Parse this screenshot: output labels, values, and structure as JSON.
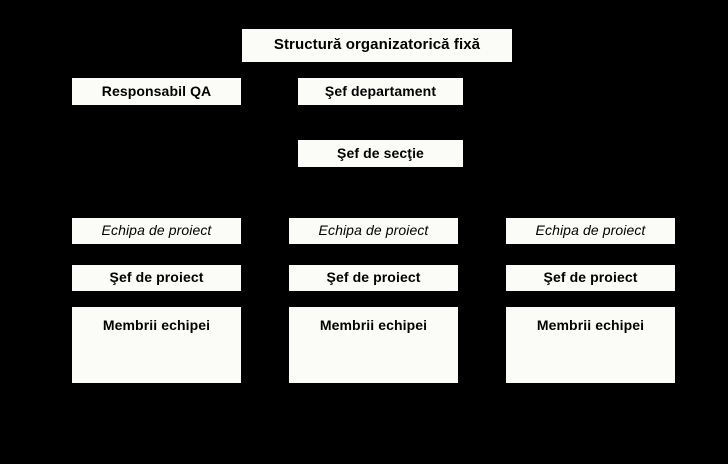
{
  "diagram": {
    "title": "Structură organizatorică fixă",
    "background_color": "#000000",
    "node_fill_color": "#fbfbf8",
    "node_text_color": "#000000",
    "type": "organizational-chart",
    "rows": [
      {
        "name": "title-row",
        "nodes": [
          {
            "label": "Structură organizatorică fixă",
            "style": "bold"
          }
        ]
      },
      {
        "name": "management-row",
        "nodes": [
          {
            "label": "Responsabil QA",
            "style": "bold"
          },
          {
            "label": "Şef departament",
            "style": "bold"
          }
        ]
      },
      {
        "name": "section-row",
        "nodes": [
          {
            "label": "Şef de secţie",
            "style": "bold"
          }
        ]
      },
      {
        "name": "team-header-row",
        "nodes": [
          {
            "label": "Echipa de proiect",
            "style": "italic"
          },
          {
            "label": "Echipa de proiect",
            "style": "italic"
          },
          {
            "label": "Echipa de proiect",
            "style": "italic"
          }
        ]
      },
      {
        "name": "project-lead-row",
        "nodes": [
          {
            "label": "Şef de proiect",
            "style": "bold"
          },
          {
            "label": "Şef de proiect",
            "style": "bold"
          },
          {
            "label": "Şef de proiect",
            "style": "bold"
          }
        ]
      },
      {
        "name": "team-members-row",
        "nodes": [
          {
            "label": "Membrii echipei",
            "style": "bold"
          },
          {
            "label": "Membrii echipei",
            "style": "bold"
          },
          {
            "label": "Membrii echipei",
            "style": "bold"
          }
        ]
      }
    ]
  }
}
